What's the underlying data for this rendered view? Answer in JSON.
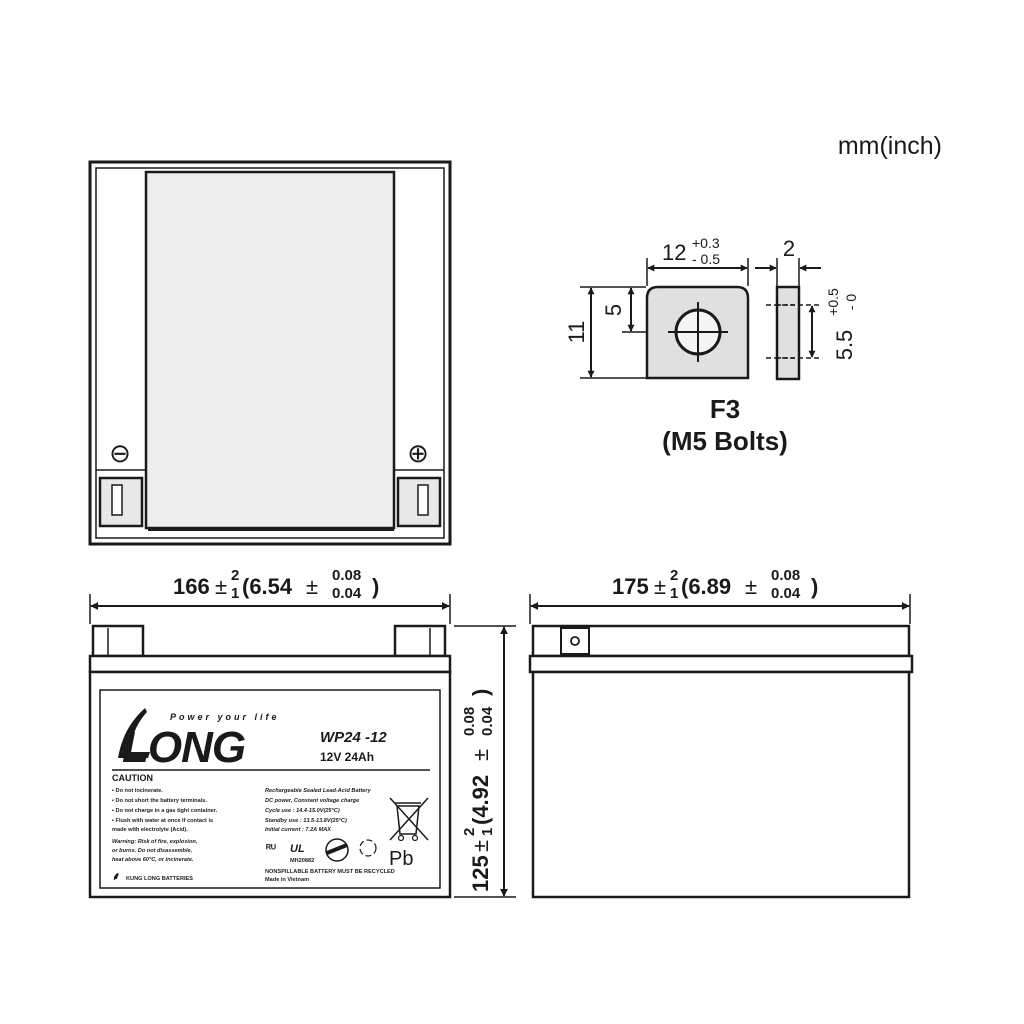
{
  "units": "mm(inch)",
  "top_view": {
    "minus_symbol": "⊖",
    "plus_symbol": "⊕"
  },
  "terminal": {
    "w_nominal": "12",
    "w_tol_plus": "+0.3",
    "w_tol_minus": "- 0.5",
    "thickness": "2",
    "hole_offset": "5",
    "height": "11",
    "hole_dia": "5.5",
    "hole_tol_plus": "+0.5",
    "hole_tol_minus": "- 0",
    "name": "F3",
    "subname": "(M5 Bolts)"
  },
  "dim_width": {
    "nominal": "166",
    "pm": "±",
    "sup": "2",
    "sub": "1",
    "inch_open": "(6.54",
    "inch_sup": "0.08",
    "inch_sub": "0.04",
    "close": ")"
  },
  "dim_length": {
    "nominal": "175",
    "pm": "±",
    "sup": "2",
    "sub": "1",
    "inch_open": "(6.89",
    "inch_sup": "0.08",
    "inch_sub": "0.04",
    "close": ")"
  },
  "dim_height": {
    "nominal": "125",
    "pm": "±",
    "sup": "2",
    "sub": "1",
    "inch_open": "(4.92",
    "inch_sup": "0.08",
    "inch_sub": "0.04",
    "close": ")"
  },
  "label": {
    "slogan": "Power your life",
    "brand": "LONG",
    "model": "WP24 -12",
    "rating": "12V 24Ah",
    "caution_title": "CAUTION",
    "caution_items": [
      "▪ Do not incinerate.",
      "▪ Do not short the battery terminals.",
      "▪ Do not charge in a gas tight container.",
      "▪ Flush with water at once if contact is",
      "   made with electrolyte (Acid)."
    ],
    "warning_lines": [
      "Warning: Risk of fire, explosion,",
      "or burns. Do not disassemble,",
      "heat above 60°C, or incinerate."
    ],
    "spec_lines": [
      "Rechargeable Sealed Lead-Acid Battery",
      "DC power, Constant voltage charge",
      "Cycle use : 14.4-15.0V(25°C)",
      "Standby use : 13.5-13.8V(25°C)",
      "Initial current : 7.2A MAX"
    ],
    "pb": "Pb",
    "nonspillable": "NONSPILLABLE   BATTERY MUST BE RECYCLED",
    "made_in": "Made in Vietnam",
    "maker": "KUNG LONG BATTERIES",
    "ul_code": "MH20882"
  }
}
